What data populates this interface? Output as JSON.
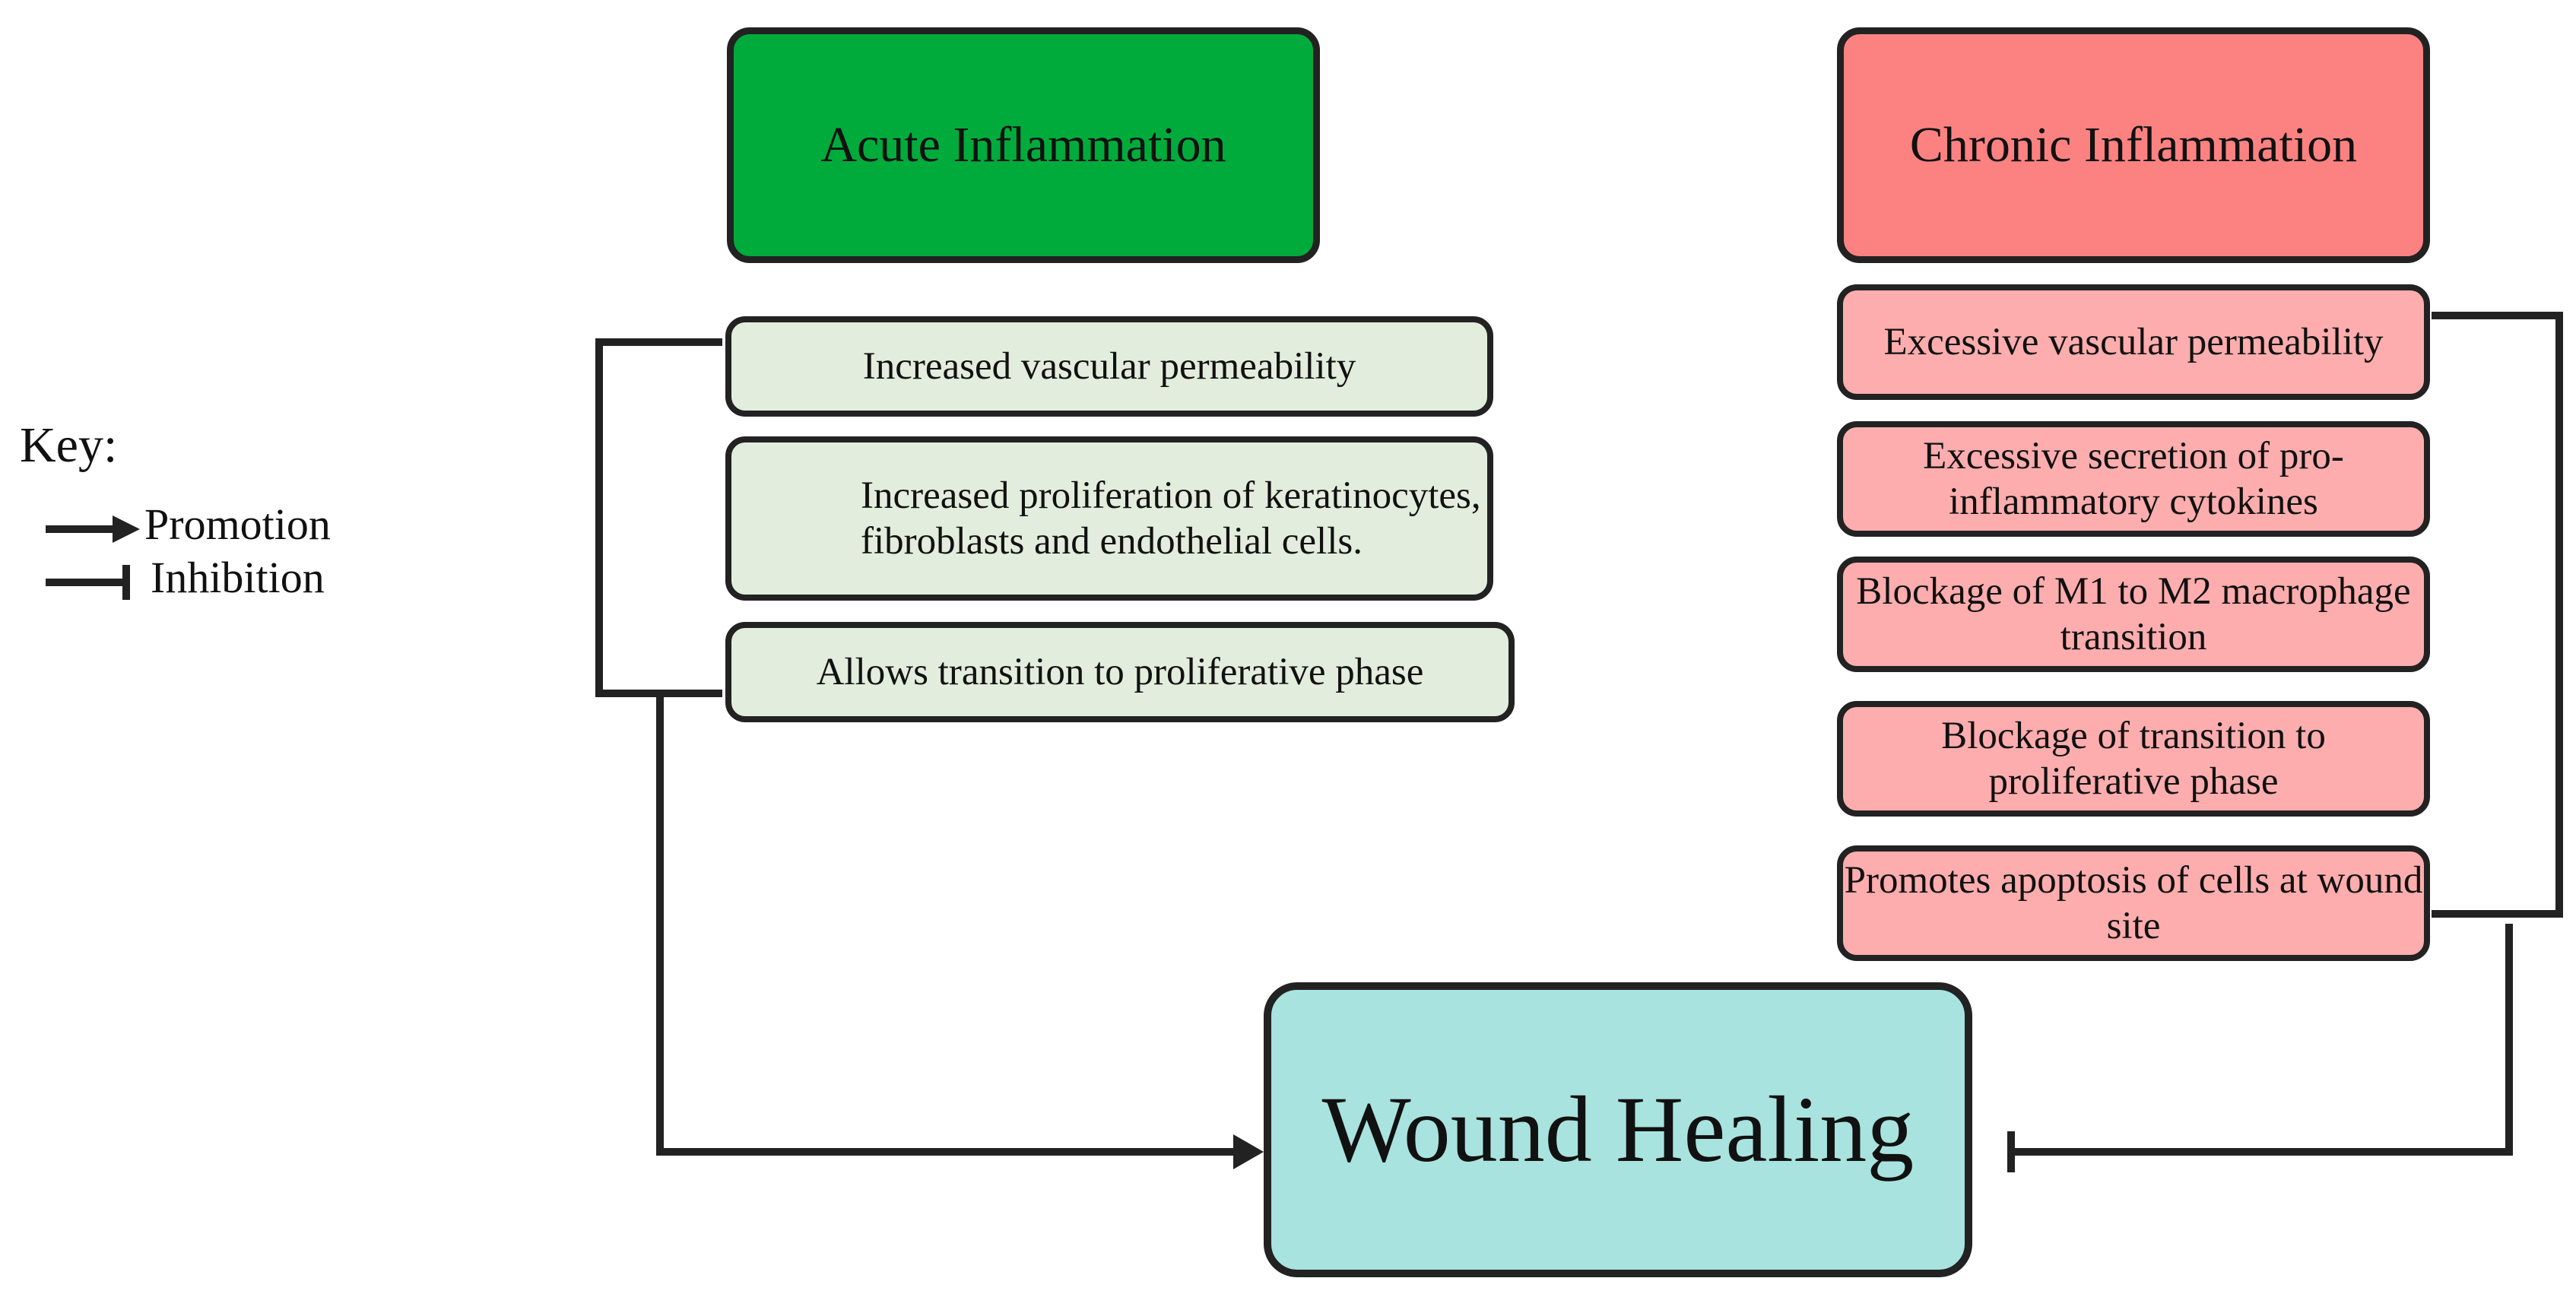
{
  "acute": {
    "header": "Acute Inflammation",
    "items": [
      "Increased vascular permeability",
      "Increased proliferation of keratinocytes, fibroblasts and endothelial cells.",
      "Allows transition to proliferative phase"
    ]
  },
  "chronic": {
    "header": "Chronic Inflammation",
    "items": [
      "Excessive vascular permeability",
      "Excessive secretion of pro-inflammatory cytokines",
      "Blockage of M1 to M2 macrophage transition",
      "Blockage of transition to proliferative phase",
      "Promotes apoptosis of cells at wound site"
    ]
  },
  "center": {
    "label": "Wound Healing"
  },
  "key": {
    "title": "Key:",
    "promotion": "Promotion",
    "inhibition": "Inhibition"
  },
  "colors": {
    "acute_header": "#00ab3c",
    "acute_item": "#e2eddd",
    "chronic_header": "#fc8282",
    "chronic_item": "#fdadae",
    "wound_healing": "#a8e3df",
    "line": "#222222"
  }
}
